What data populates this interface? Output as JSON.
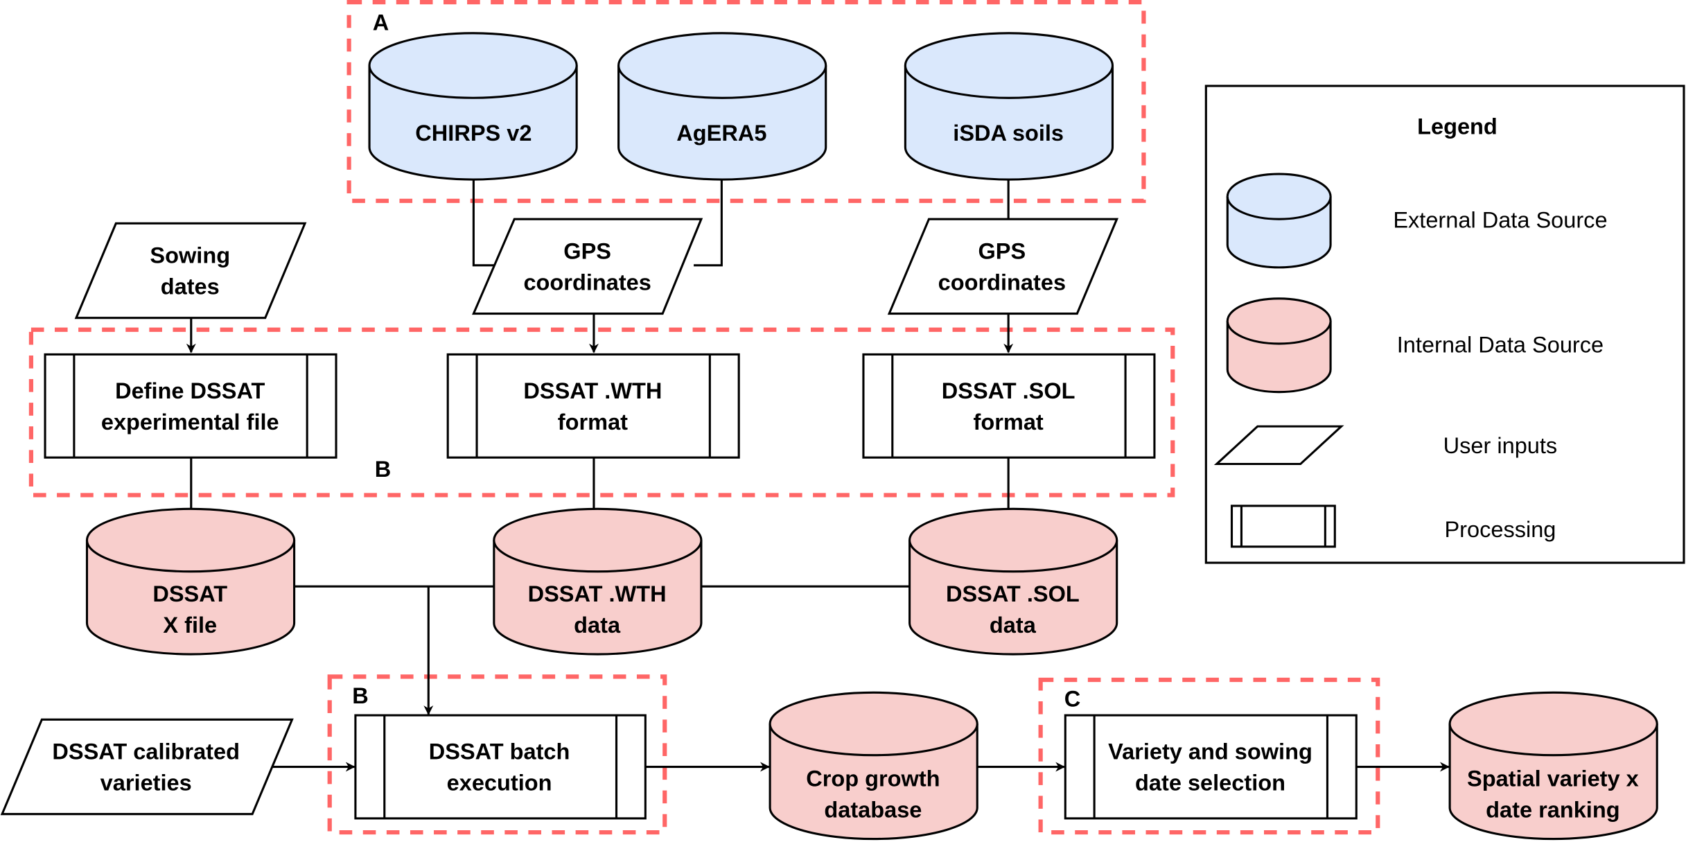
{
  "diagram": {
    "groups": {
      "a_label": "A",
      "b_top_label": "B",
      "b_bottom_label": "B",
      "c_label": "C"
    },
    "external_sources": [
      "CHIRPS v2",
      "AgERA5",
      "iSDA soils"
    ],
    "user_inputs": {
      "sowing_dates": [
        "Sowing",
        "dates"
      ],
      "gps_weather": [
        "GPS",
        "coordinates"
      ],
      "gps_soil": [
        "GPS",
        "coordinates"
      ],
      "calibrated_varieties": [
        "DSSAT calibrated",
        "varieties"
      ]
    },
    "processing": {
      "define_x": [
        "Define DSSAT",
        "experimental file"
      ],
      "wth_format": [
        "DSSAT .WTH",
        "format"
      ],
      "sol_format": [
        "DSSAT .SOL",
        "format"
      ],
      "batch": [
        "DSSAT batch",
        "execution"
      ],
      "selection": [
        "Variety and sowing",
        "date selection"
      ]
    },
    "internal_sources": {
      "x_file": [
        "DSSAT",
        "X file"
      ],
      "wth_data": [
        "DSSAT .WTH",
        "data"
      ],
      "sol_data": [
        "DSSAT .SOL",
        "data"
      ],
      "crop_db": [
        "Crop growth",
        "database"
      ],
      "ranking": [
        "Spatial variety x",
        "date ranking"
      ]
    },
    "legend": {
      "title": "Legend",
      "items": [
        "External Data Source",
        "Internal Data Source",
        "User inputs",
        "Processing"
      ]
    },
    "colors": {
      "external": "#dae8fc",
      "internal": "#f8cecc",
      "group_border": "#ff6666"
    }
  }
}
